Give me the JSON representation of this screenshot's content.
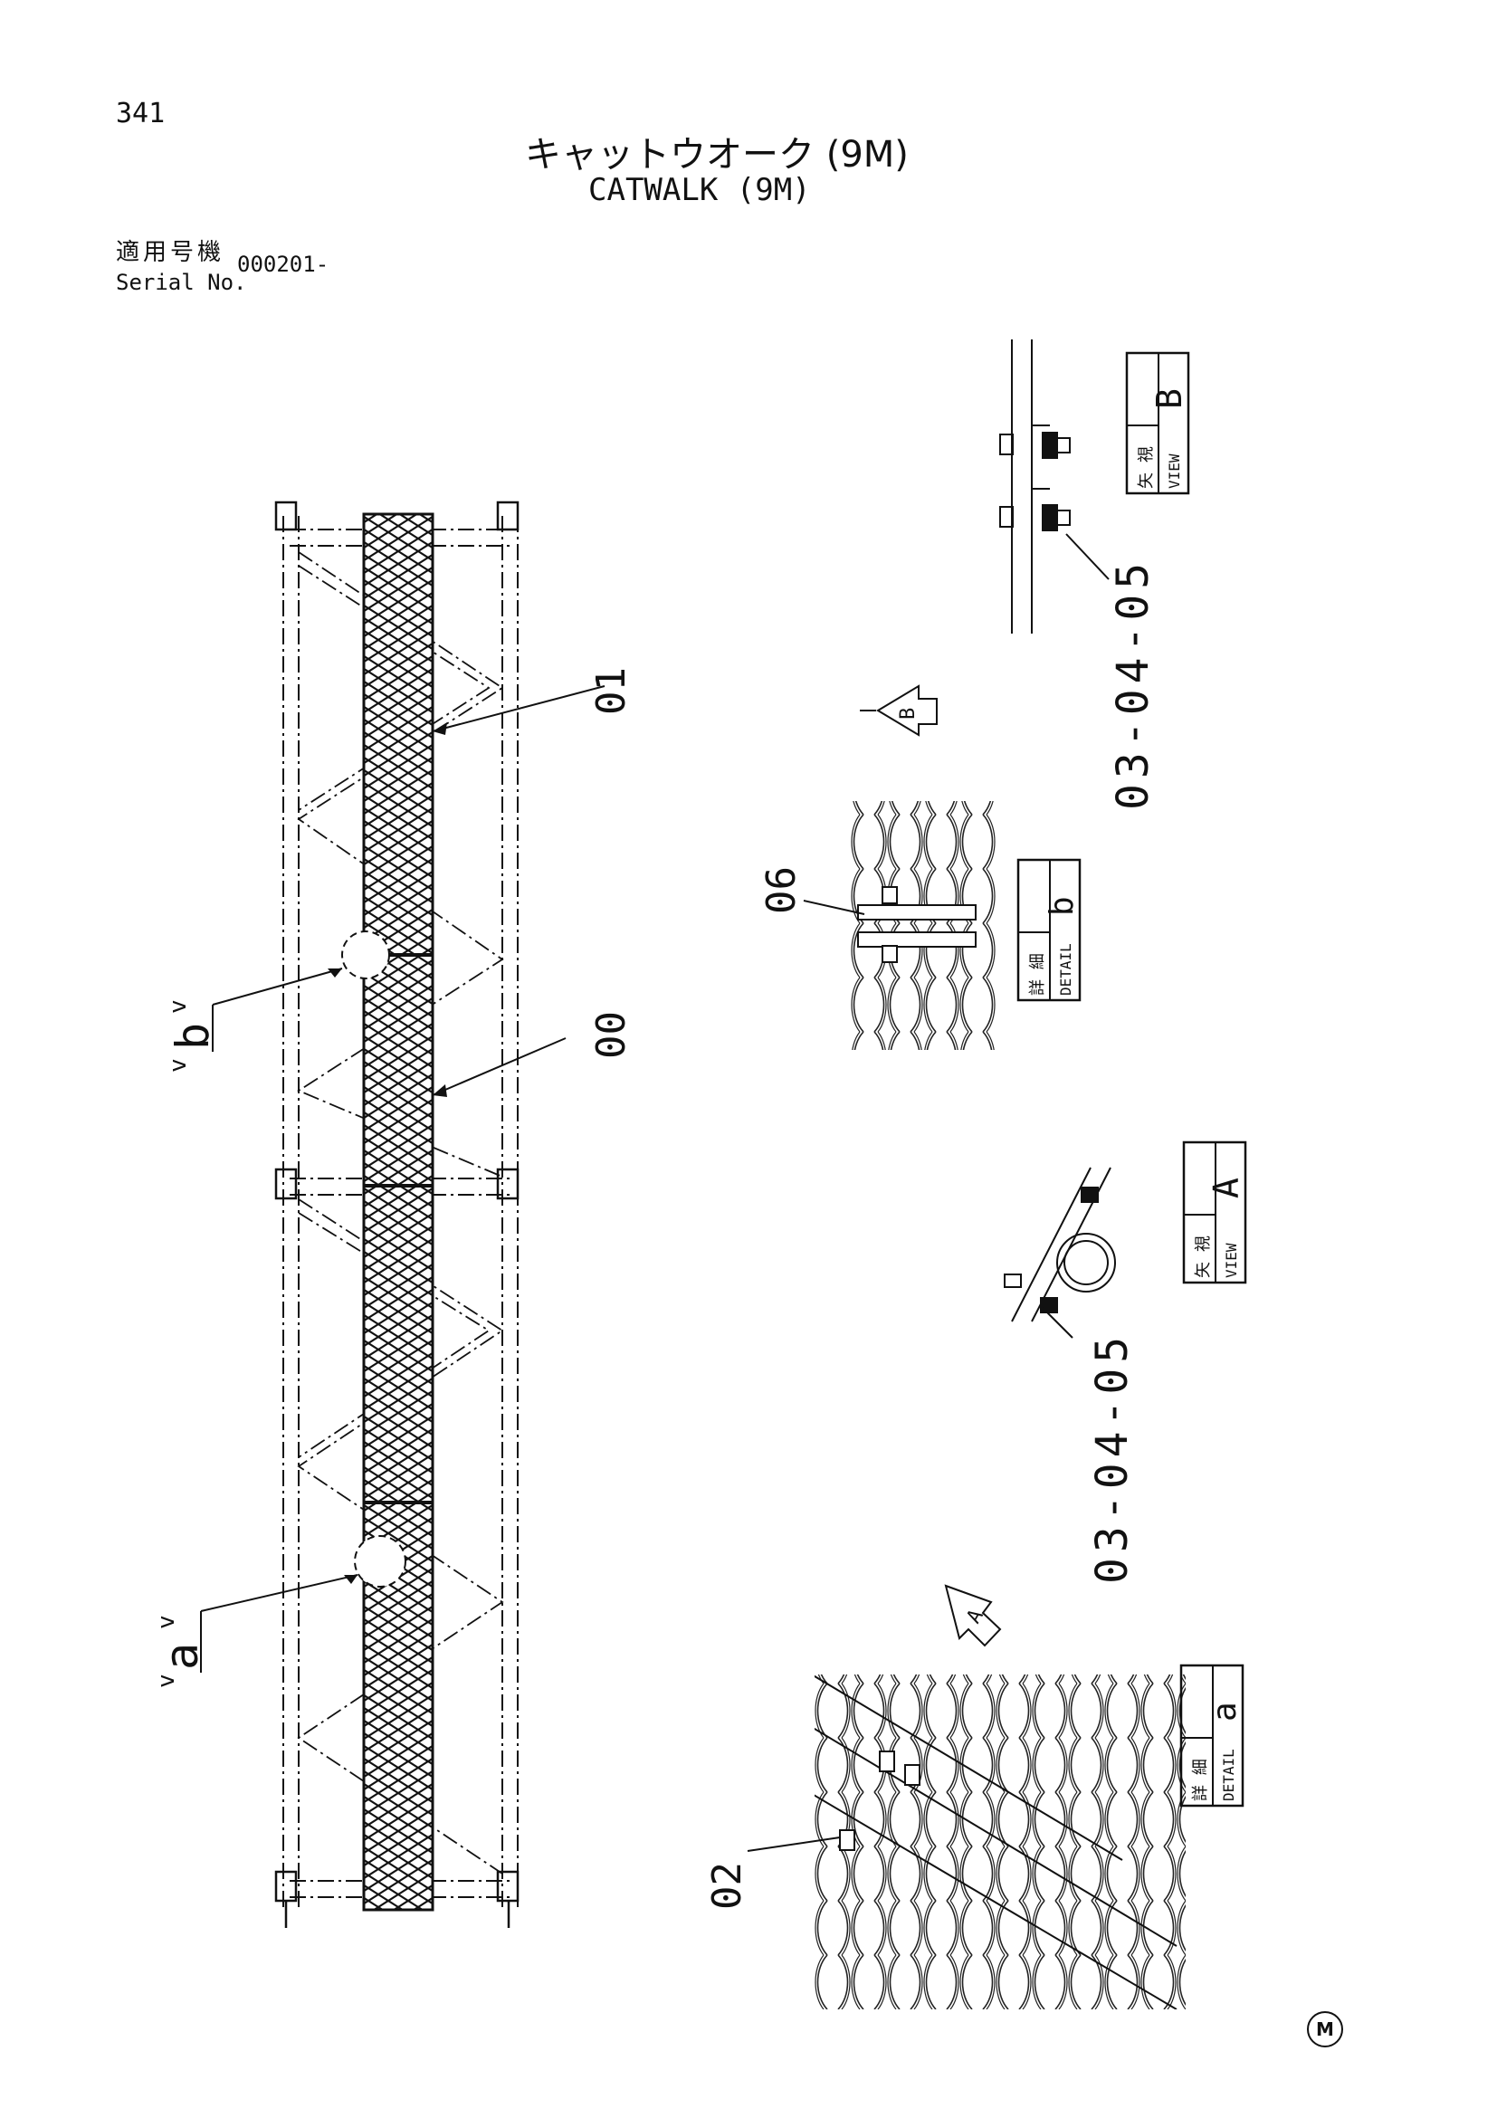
{
  "header": {
    "page_number": "341",
    "title_jp": "キャットウオーク (9M)",
    "title_en": "CATWALK (9M)",
    "serial_label_jp": "適用号機",
    "serial_label_en": "Serial No.",
    "serial_value": "000201-"
  },
  "callouts": {
    "part_01": "01",
    "part_00": "00",
    "part_02": "02",
    "part_06": "06",
    "ref_view_b": "03-04-05",
    "ref_view_a": "03-04-05",
    "detail_b_ref": "b",
    "detail_a_ref": "a"
  },
  "arrows": {
    "view_a": "A",
    "view_b": "B"
  },
  "boxes": {
    "view_b": {
      "jp": "矢 視",
      "en": "VIEW",
      "letter": "B"
    },
    "detail_b": {
      "jp": "詳 細",
      "en": "DETAIL",
      "letter": "b"
    },
    "view_a": {
      "jp": "矢 視",
      "en": "VIEW",
      "letter": "A"
    },
    "detail_a": {
      "jp": "詳 細",
      "en": "DETAIL",
      "letter": "a"
    }
  },
  "footer": {
    "mark": "M"
  }
}
